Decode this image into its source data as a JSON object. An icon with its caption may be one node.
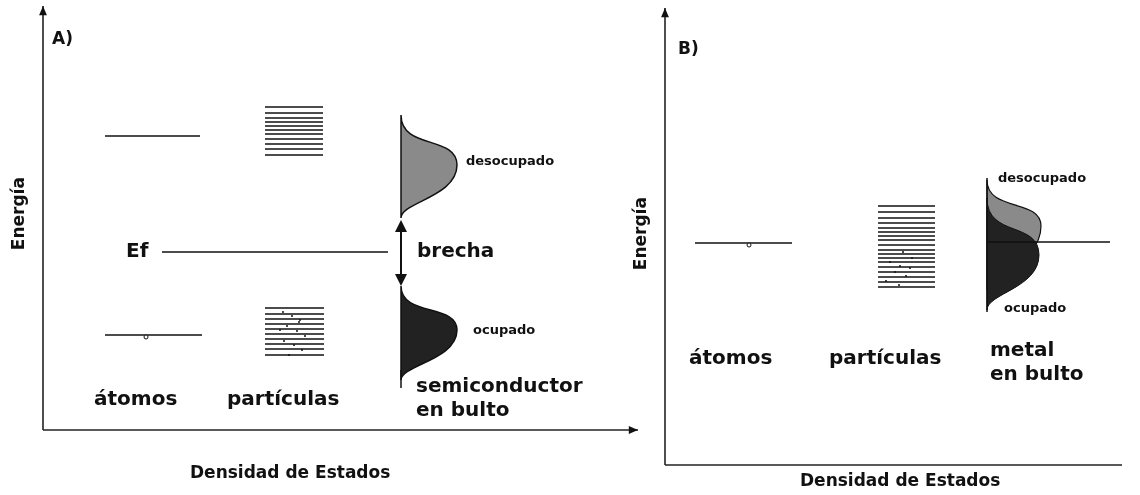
{
  "diagram": {
    "labels": [
      "A)",
      "Energía",
      "desocupado",
      "Ef",
      "brecha",
      "ocupado",
      "átomos",
      "partículas",
      "semiconductor en bulto",
      "Densidad de Estados",
      "B)",
      "Energía",
      "desocupado",
      "ocupado",
      "átomos",
      "partículas",
      "metal en bulto",
      "Densidad de Estados"
    ]
  }
}
